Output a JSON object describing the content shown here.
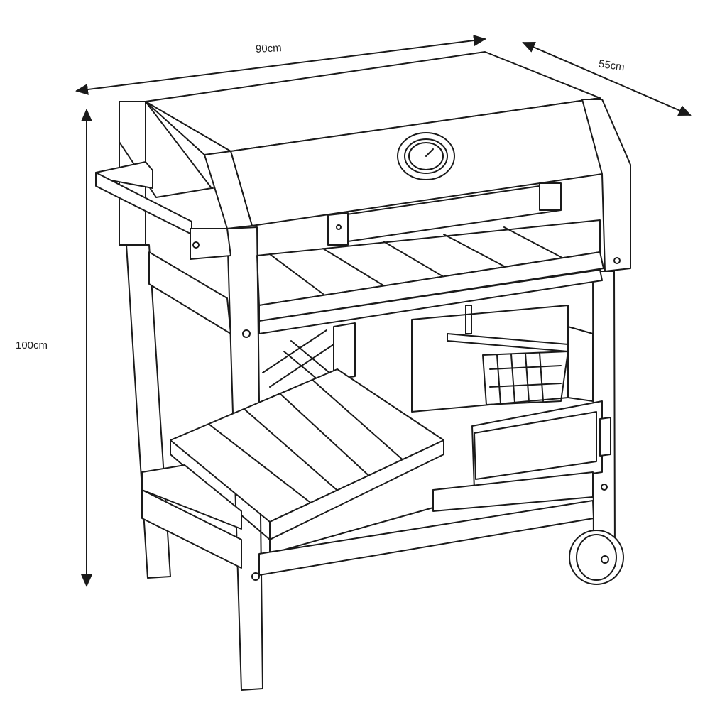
{
  "dimensions": {
    "width": "90cm",
    "depth": "55cm",
    "height": "100cm"
  },
  "colors": {
    "line": "#1a1a1a",
    "background": "#ffffff"
  },
  "icons": [
    "thermometer-gauge-icon",
    "wheel-icon",
    "warming-rack-icon"
  ]
}
